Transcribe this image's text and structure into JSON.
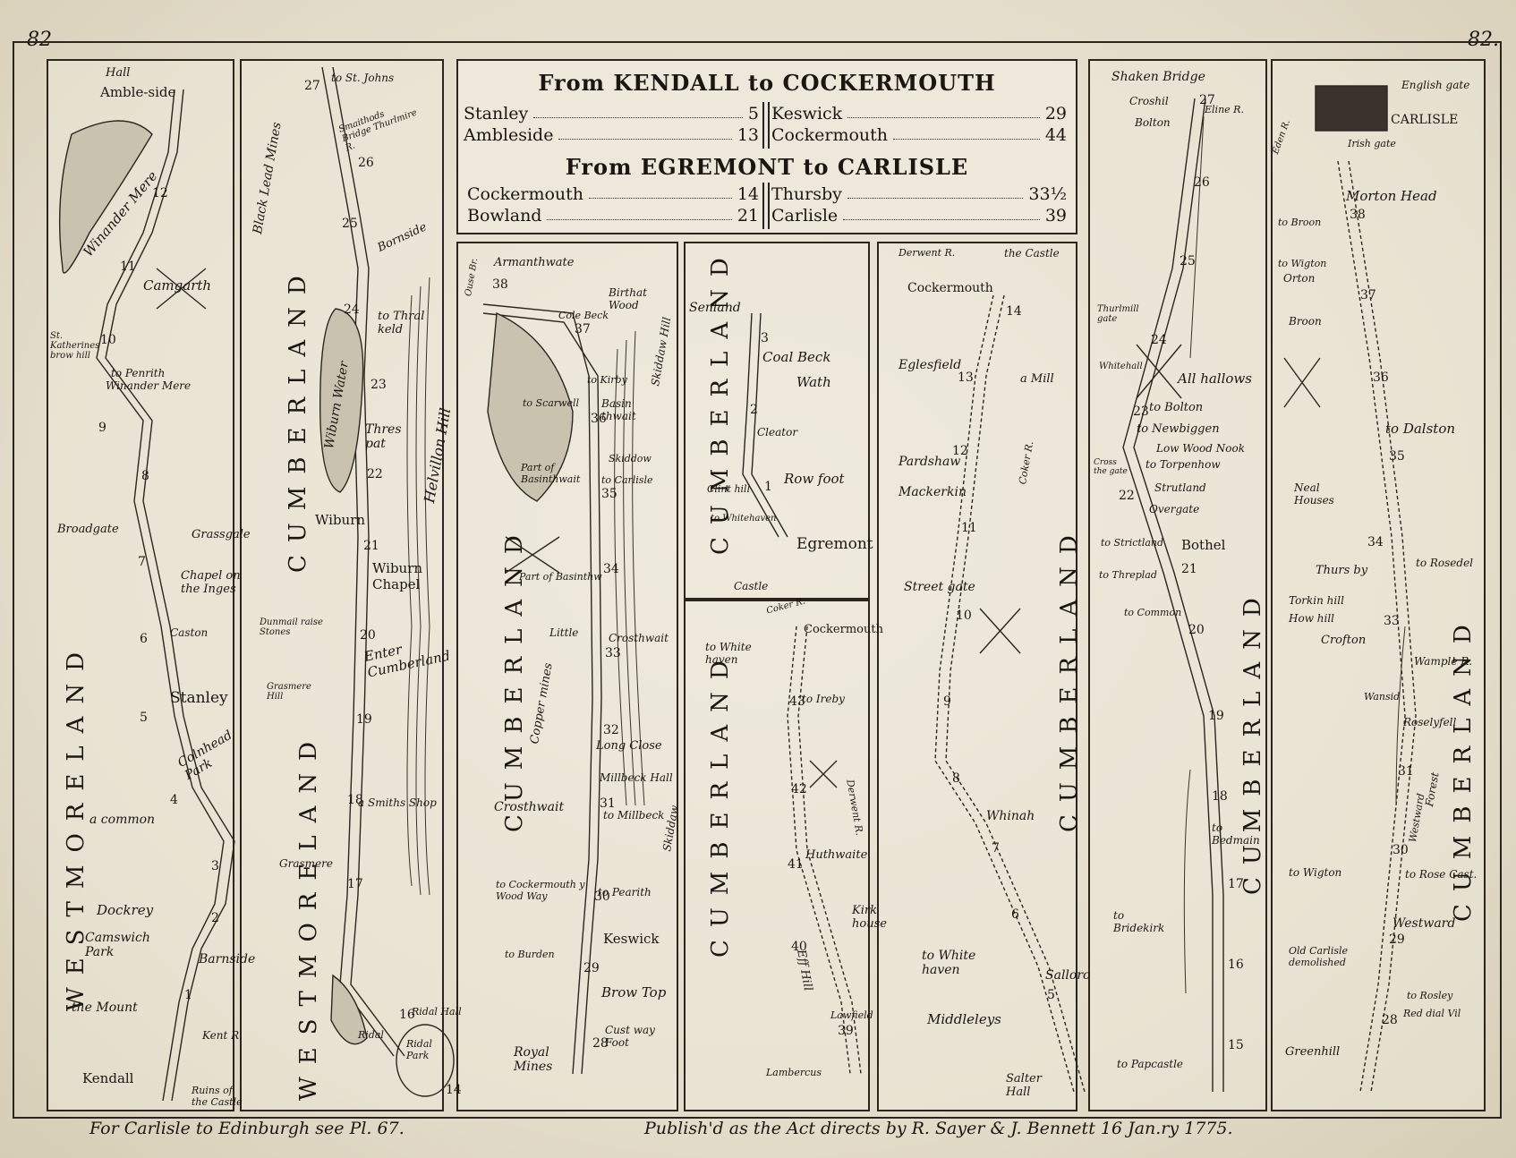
{
  "page_number_left": "82",
  "page_number_right": "82.",
  "title_box": {
    "title1": "From KENDALL to COCKERMOUTH",
    "title2": "From EGREMONT to CARLISLE",
    "route1_left": [
      {
        "place": "Stanley",
        "miles": "5"
      },
      {
        "place": "Ambleside",
        "miles": "13"
      }
    ],
    "route1_right": [
      {
        "place": "Keswick",
        "miles": "29"
      },
      {
        "place": "Cockermouth",
        "miles": "44"
      }
    ],
    "route2_left": [
      {
        "place": "Cockermouth",
        "miles": "14"
      },
      {
        "place": "Bowland",
        "miles": "21"
      }
    ],
    "route2_right": [
      {
        "place": "Thursby",
        "miles": "33½"
      },
      {
        "place": "Carlisle",
        "miles": "39"
      }
    ]
  },
  "strip1": {
    "county": "WESTMORELAND",
    "places": [
      "Hall",
      "Amble-side",
      "Winander Mere",
      "Camgarth",
      "St. Katherines brow hill",
      "to Penrith",
      "Winander Mere",
      "Broadgate",
      "Grassgale",
      "Chapel on the Inges",
      "Caston",
      "Stanley",
      "Colnhead Park",
      "a common",
      "Dockrey",
      "Camswich Park",
      "Barnside",
      "the Mount",
      "Kent R.",
      "Kendall",
      "Ruins of the Castle"
    ],
    "miles": [
      "12",
      "11",
      "10",
      "9",
      "8",
      "7",
      "6",
      "5",
      "4",
      "3",
      "2",
      "1"
    ]
  },
  "strip2": {
    "county_top": "CUMBERLAND",
    "county_bottom": "WESTMORELAND",
    "places": [
      "to St. Johns",
      "Smaithods Bridge Thurlmire R.",
      "Black Lead Mines",
      "Bornside",
      "to Thral keld",
      "Wiburn Water",
      "Thres pat",
      "Helvillon Hill",
      "Wiburn",
      "Wiburn Chapel",
      "Dunmail raise Stones",
      "Enter Cumberland",
      "Grasmere Hill",
      "a Smiths Shop",
      "Grasmere",
      "Ridal Hall",
      "Ridal",
      "Ridal Park"
    ],
    "miles": [
      "27",
      "26",
      "25",
      "24",
      "23",
      "22",
      "21",
      "20",
      "19",
      "18",
      "17",
      "16",
      "14"
    ]
  },
  "strip3": {
    "county": "CUMBERLAND",
    "places": [
      "Armanthwate",
      "Ouse Br.",
      "Birthat Wood",
      "Cole Beck",
      "to Kirby",
      "Basin thwait",
      "Skiddaw Hill",
      "Skiddow",
      "to Carlisle",
      "to Scarwell",
      "Part of Basinthwait",
      "Part of Basinthw",
      "Little",
      "Crosthwait",
      "Copper mines",
      "Long Close",
      "Millbeck Hall",
      "to Millbeck",
      "Crosthwait",
      "Skiddaw",
      "to Cockermouth y Wood Way",
      "to Pearith",
      "Keswick",
      "to Burden",
      "Brow Top",
      "Cust way Foot",
      "Royal Mines"
    ],
    "miles": [
      "38",
      "37",
      "36",
      "35",
      "34",
      "33",
      "32",
      "31",
      "30",
      "29",
      "28"
    ]
  },
  "strip4a": {
    "county": "CUMBERLAND",
    "places": [
      "Senland",
      "Coal Beck",
      "Wath",
      "Cleator",
      "Clint hill",
      "Row foot",
      "to Whitehaven",
      "Egremont",
      "Castle"
    ],
    "miles": [
      "3",
      "2",
      "1"
    ]
  },
  "strip4b": {
    "county": "CUMBERLAND",
    "places": [
      "Coker R.",
      "Cockermouth",
      "to White haven",
      "to Ireby",
      "Derwent R.",
      "Huthwaite",
      "Kirk house",
      "Eff Hill",
      "Lawfield",
      "Lambercus"
    ],
    "miles": [
      "43",
      "42",
      "41",
      "40",
      "39"
    ]
  },
  "strip5": {
    "county": "CUMBERLAND",
    "places": [
      "Derwent R.",
      "the Castle",
      "Cockermouth",
      "Eglesfield",
      "a Mill",
      "Pardshaw",
      "Coker R.",
      "Mackerkin",
      "Street gate",
      "Whinah",
      "to White haven",
      "Salloro",
      "Middleleys",
      "Salter Hall"
    ],
    "miles": [
      "14",
      "13",
      "12",
      "11",
      "10",
      "9",
      "8",
      "7",
      "6",
      "5"
    ]
  },
  "strip6": {
    "county": "CUMBERLAND",
    "places": [
      "Shaken Bridge",
      "Croshil",
      "Bolton",
      "Eline R.",
      "Thurlmill gate",
      "Whitehall",
      "All hallows",
      "to Bolton",
      "to Newbiggen",
      "Low Wood Nook",
      "to Torpenhow",
      "Cross the gate",
      "Strutland",
      "Overgate",
      "to Strictland",
      "Bothel",
      "to Threplad",
      "to Common",
      "to Bedmain",
      "to Bridekirk",
      "to Papcastle"
    ],
    "miles": [
      "27",
      "26",
      "25",
      "24",
      "23",
      "22",
      "21",
      "20",
      "19",
      "18",
      "17",
      "16",
      "15"
    ]
  },
  "strip7": {
    "county": "CUMBERLAND",
    "places": [
      "English gate",
      "Irish gate",
      "CARLISLE",
      "Eden R.",
      "Morton Head",
      "to Broon",
      "to Wigton",
      "Orton",
      "Broon",
      "to Dalston",
      "Neal Houses",
      "Thurs by",
      "to Rosedel",
      "Torkin hill",
      "How hill",
      "Crofton",
      "Wample R.",
      "Wansid",
      "Roselyfell",
      "Forest",
      "Westward",
      "to Wigton",
      "to Rose Cast.",
      "Westward",
      "Old Carlisle demolished",
      "to Rosley",
      "Red dial Vil",
      "Greenhill"
    ],
    "miles": [
      "38",
      "37",
      "36",
      "35",
      "34",
      "33",
      "31",
      "30",
      "29",
      "28"
    ]
  },
  "footer_left": "For Carlisle to Edinburgh see Pl. 67.",
  "footer_right": "Publish'd as the Act directs by R. Sayer & J. Bennett 16 Jan.ry 1775."
}
